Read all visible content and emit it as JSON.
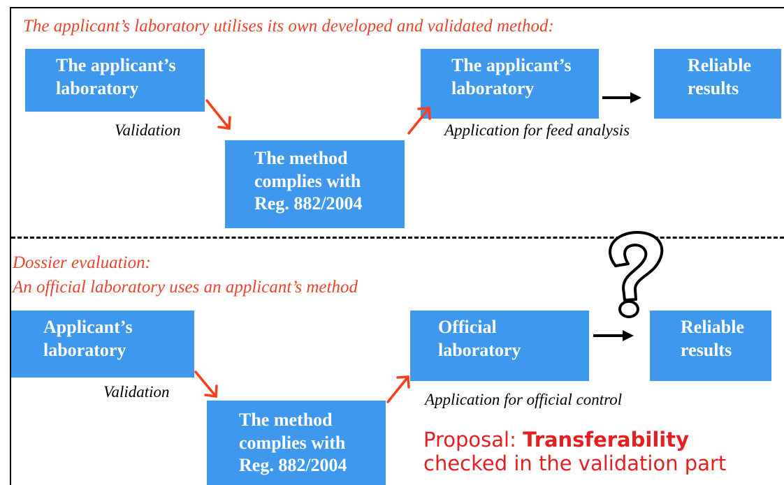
{
  "top": {
    "heading": "The applicant’s laboratory utilises its own developed and validated method:",
    "box_lab_left": [
      "The applicant’s",
      "laboratory"
    ],
    "box_lab_right": [
      "The applicant’s",
      "laboratory"
    ],
    "box_method": [
      "The method",
      "complies with",
      "Reg. 882/2004"
    ],
    "box_results": [
      "Reliable",
      "results"
    ],
    "caption_validation": "Validation",
    "caption_application": "Application for feed analysis"
  },
  "bottom": {
    "heading_line1": "Dossier evaluation:",
    "heading_line2": "An official laboratory uses an applicant’s method",
    "box_lab_left": [
      "Applicant’s",
      "laboratory"
    ],
    "box_lab_right": [
      "Official",
      "laboratory"
    ],
    "box_method": [
      "The method",
      "complies with",
      "Reg. 882/2004"
    ],
    "box_results": [
      "Reliable",
      "results"
    ],
    "caption_validation": "Validation",
    "caption_application": "Application for official control",
    "question_mark": "?"
  },
  "proposal": {
    "prefix": "Proposal: ",
    "bold": "Transferability",
    "line2": "checked in the validation part"
  },
  "colors": {
    "box": "#3d98ee",
    "heading": "#e8452c",
    "arrow": "#ff3b1a",
    "proposal": "#e31f1f"
  }
}
